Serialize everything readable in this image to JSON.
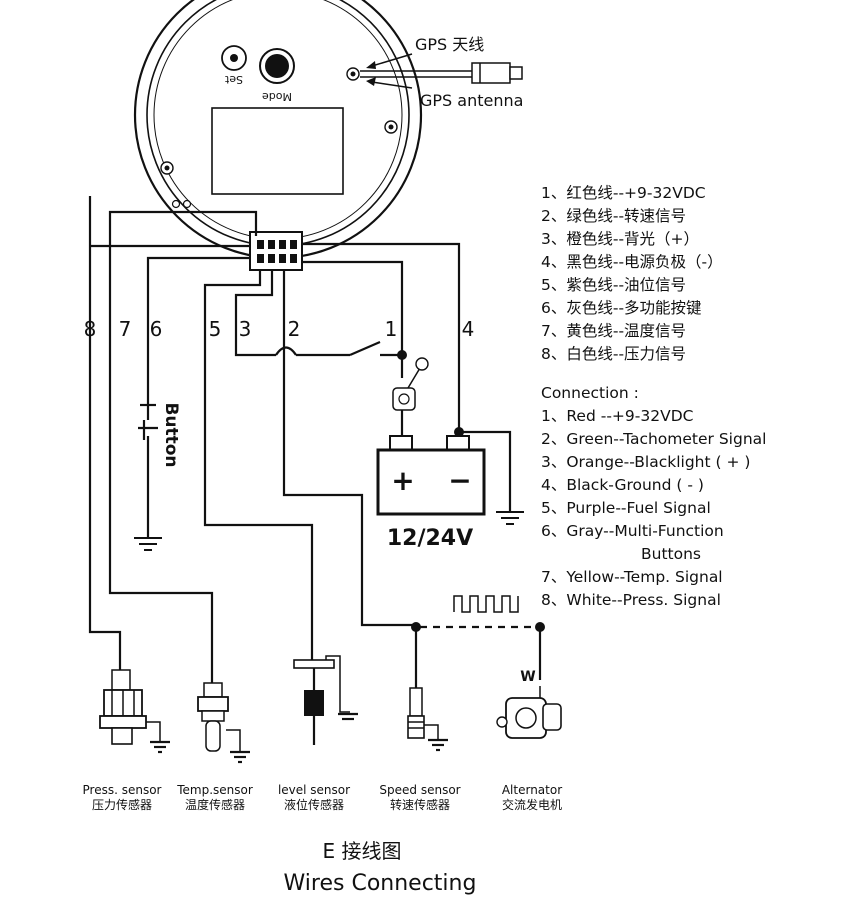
{
  "gauge": {
    "set_label": "Set",
    "mode_label": "Mode"
  },
  "gps": {
    "label_cn": "GPS 天线",
    "label_en": "GPS  antenna"
  },
  "wire_numbers": [
    "8",
    "7",
    "6",
    "5",
    "3",
    "2",
    "1",
    "4"
  ],
  "button_label": "Button",
  "battery": {
    "voltage_label": "12/24V",
    "plus": "+",
    "minus": "−"
  },
  "legend_cn": [
    "1、红色线--+9-32VDC",
    "2、绿色线--转速信号",
    "3、橙色线--背光（+）",
    "4、黑色线--电源负极（-）",
    "5、紫色线--油位信号",
    "6、灰色线--多功能按键",
    "7、黄色线--温度信号",
    "8、白色线--压力信号"
  ],
  "connection_title": "Connection :",
  "legend_en": [
    "1、Red --+9-32VDC",
    "2、Green--Tachometer Signal",
    "3、Orange--Blacklight ( + )",
    "4、Black-Ground ( - )",
    "5、Purple--Fuel Signal",
    "6、Gray--Multi-Function",
    "Buttons",
    "7、Yellow--Temp. Signal",
    "8、White--Press. Signal"
  ],
  "alternator_w": "W",
  "sensors": [
    {
      "en": "Press. sensor",
      "cn": "压力传感器"
    },
    {
      "en": "Temp.sensor",
      "cn": "温度传感器"
    },
    {
      "en": "level sensor",
      "cn": "液位传感器"
    },
    {
      "en": "Speed sensor",
      "cn": "转速传感器"
    },
    {
      "en": "Alternator",
      "cn": "交流发电机"
    }
  ],
  "footer": {
    "title_cn": "E 接线图",
    "title_en": "Wires Connecting"
  }
}
